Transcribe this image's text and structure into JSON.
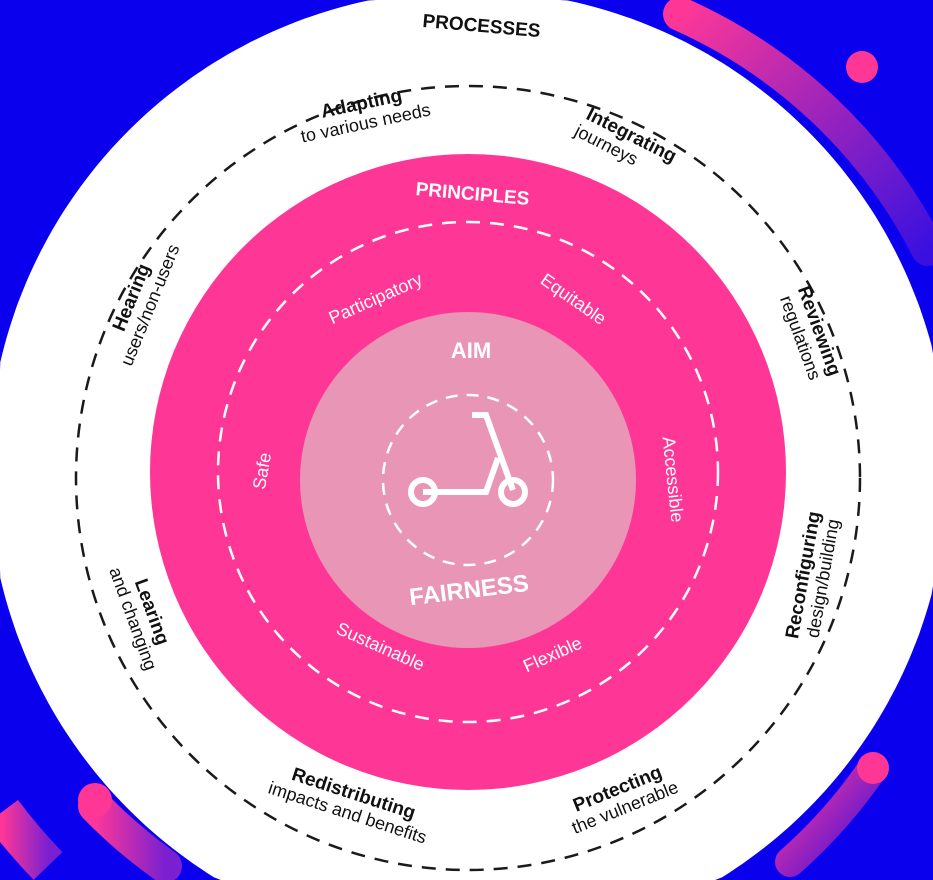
{
  "colors": {
    "background": "#0a00ee",
    "pink": "#fe3797",
    "light_pink": "#e895b6",
    "white": "#ffffff"
  },
  "processes": {
    "title": "PROCESSES",
    "items": [
      {
        "bold": "Adapting",
        "text": "to various needs"
      },
      {
        "bold": "Integrating",
        "text": "journeys"
      },
      {
        "bold": "Hearing",
        "text": "users/non-users"
      },
      {
        "bold": "Reviewing",
        "text": "regulations"
      },
      {
        "bold": "Reconfiguring",
        "text": "design/building"
      },
      {
        "bold": "Learing",
        "text": "and changing"
      },
      {
        "bold": "Redistributing",
        "text": "impacts and benefits"
      },
      {
        "bold": "Protecting",
        "text": "the vulnerable"
      }
    ]
  },
  "principles": {
    "title": "PRINCIPLES",
    "items": [
      "Participatory",
      "Equitable",
      "Accessible",
      "Safe",
      "Sustainable",
      "Flexible"
    ]
  },
  "aim": {
    "title": "AIM",
    "value": "FAIRNESS",
    "icon": "scooter-icon"
  }
}
